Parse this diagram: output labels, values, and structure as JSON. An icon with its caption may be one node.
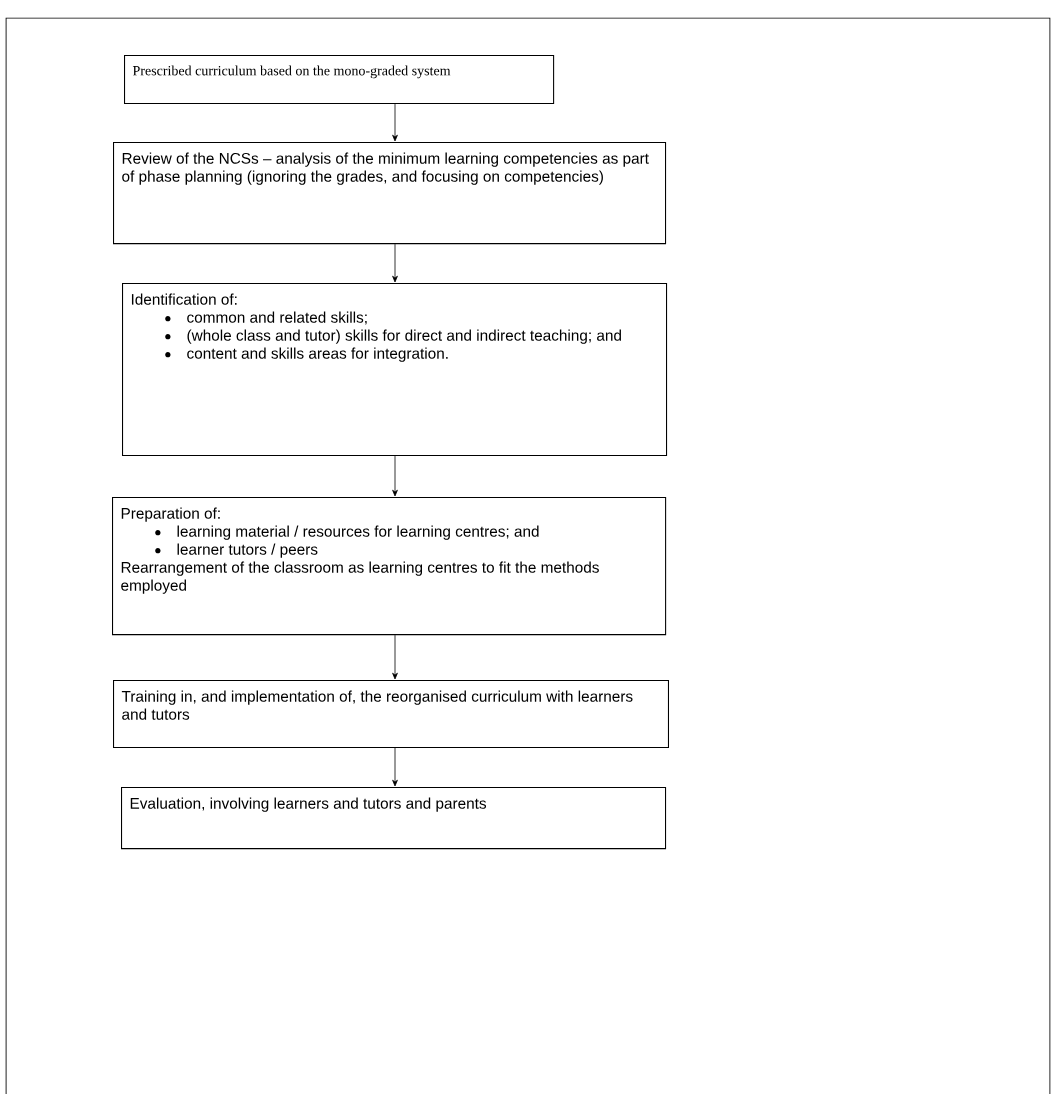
{
  "diagram": {
    "nodes": [
      {
        "text": [
          "Prescribed curriculum based on the mono-graded system"
        ]
      },
      {
        "text": [
          "Review of the NCSs – analysis of the minimum learning competencies as part of phase planning (ignoring the grades, and focusing on competencies)"
        ]
      },
      {
        "text": [
          "Identification of:",
          "common and related skills;",
          "(whole class and tutor) skills for direct and indirect teaching; and",
          "content and skills areas for integration."
        ]
      },
      {
        "text": [
          "Preparation of:",
          "learning material / resources for learning centres; and",
          "learner tutors / peers",
          "Rearrangement of the classroom as learning centres to fit the methods employed"
        ]
      },
      {
        "text": [
          "Training in, and implementation of, the reorganised curriculum with learners and tutors"
        ]
      },
      {
        "text": [
          "Evaluation, involving learners and tutors and parents"
        ]
      }
    ],
    "edges": [
      {
        "from": 0,
        "to": 1,
        "arrow": "to"
      },
      {
        "from": 1,
        "to": 2,
        "arrow": "to"
      },
      {
        "from": 2,
        "to": 3,
        "arrow": "to"
      },
      {
        "from": 3,
        "to": 4,
        "arrow": "to"
      },
      {
        "from": 4,
        "to": 5,
        "arrow": "to"
      }
    ]
  }
}
